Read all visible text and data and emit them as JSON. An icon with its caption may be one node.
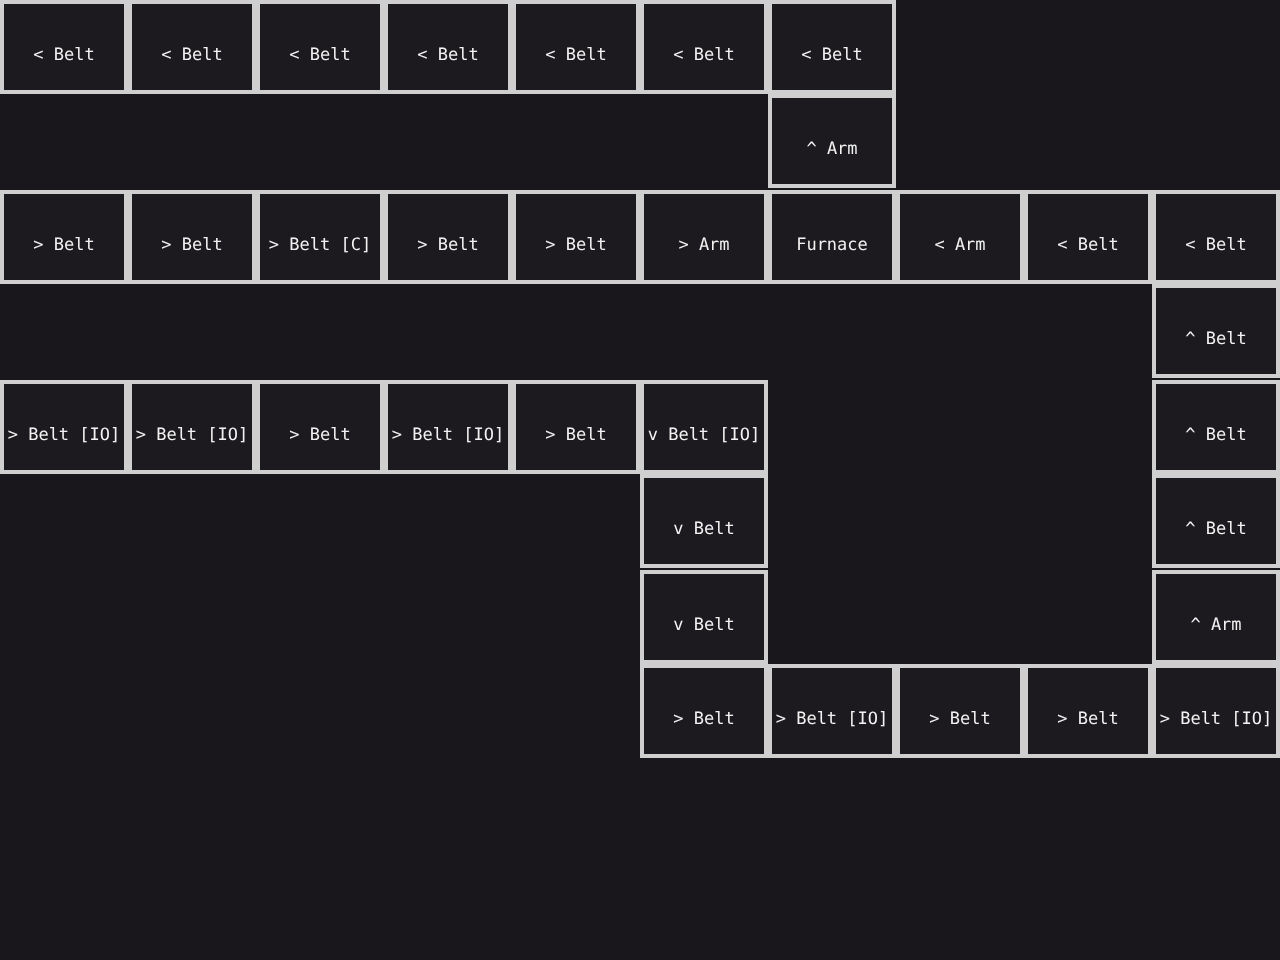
{
  "diagram": {
    "nodes": [
      {
        "text": [
          "< Belt"
        ]
      },
      {
        "text": [
          "< Belt"
        ]
      },
      {
        "text": [
          "< Belt"
        ]
      },
      {
        "text": [
          "< Belt"
        ]
      },
      {
        "text": [
          "< Belt"
        ]
      },
      {
        "text": [
          "< Belt"
        ]
      },
      {
        "text": [
          "< Belt"
        ]
      },
      {
        "text": [
          "^ Arm"
        ]
      },
      {
        "text": [
          "> Belt"
        ]
      },
      {
        "text": [
          "> Belt"
        ]
      },
      {
        "text": [
          "> Belt [C]"
        ]
      },
      {
        "text": [
          "> Belt"
        ]
      },
      {
        "text": [
          "> Belt"
        ]
      },
      {
        "text": [
          "> Arm"
        ]
      },
      {
        "text": [
          "Furnace"
        ]
      },
      {
        "text": [
          "< Arm"
        ]
      },
      {
        "text": [
          "< Belt"
        ]
      },
      {
        "text": [
          "< Belt"
        ]
      },
      {
        "text": [
          "^ Belt"
        ]
      },
      {
        "text": [
          "> Belt [IO]"
        ]
      },
      {
        "text": [
          "> Belt [IO]"
        ]
      },
      {
        "text": [
          "> Belt"
        ]
      },
      {
        "text": [
          "> Belt [IO]"
        ]
      },
      {
        "text": [
          "> Belt"
        ]
      },
      {
        "text": [
          "v Belt [IO]"
        ]
      },
      {
        "text": [
          "^ Belt"
        ]
      },
      {
        "text": [
          "v Belt"
        ]
      },
      {
        "text": [
          "^ Belt"
        ]
      },
      {
        "text": [
          "v Belt"
        ]
      },
      {
        "text": [
          "^ Arm"
        ]
      },
      {
        "text": [
          "> Belt"
        ]
      },
      {
        "text": [
          "> Belt [IO]"
        ]
      },
      {
        "text": [
          "> Belt"
        ]
      },
      {
        "text": [
          "> Belt"
        ]
      },
      {
        "text": [
          "> Belt [IO]"
        ]
      }
    ]
  }
}
